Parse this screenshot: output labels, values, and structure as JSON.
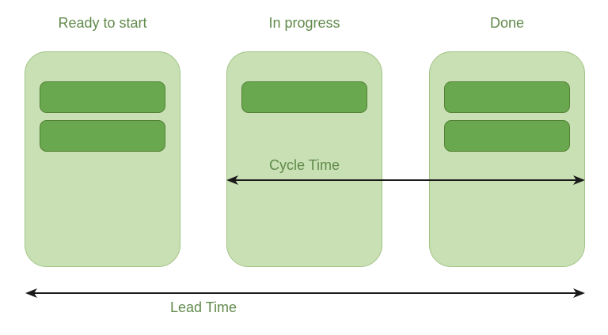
{
  "columns": [
    {
      "label": "Ready to start",
      "cards": 2
    },
    {
      "label": "In progress",
      "cards": 1
    },
    {
      "label": "Done",
      "cards": 2
    }
  ],
  "annotations": {
    "cycle_time_label": "Cycle Time",
    "lead_time_label": "Lead Time"
  },
  "colors": {
    "background": "#ffffff",
    "column_fill": "#c8e0b4",
    "column_border": "#a3c487",
    "card_fill": "#6aa84f",
    "card_border": "#538135",
    "label_text": "#618a4b",
    "arrow": "#1a1a1a"
  }
}
